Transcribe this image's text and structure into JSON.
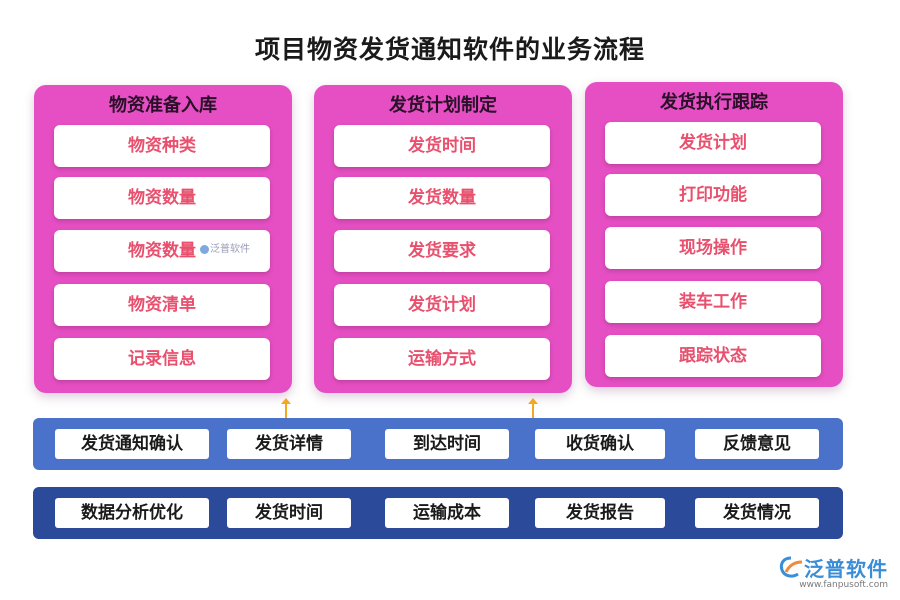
{
  "title": "项目物资发货通知软件的业务流程",
  "columns": [
    {
      "heading": "物资准备入库",
      "items": [
        "物资种类",
        "物资数量",
        "物资数量",
        "物资清单",
        "记录信息"
      ]
    },
    {
      "heading": "发货计划制定",
      "items": [
        "发货时间",
        "发货数量",
        "发货要求",
        "发货计划",
        "运输方式"
      ]
    },
    {
      "heading": "发货执行跟踪",
      "items": [
        "发货计划",
        "打印功能",
        "现场操作",
        "装车工作",
        "跟踪状态"
      ]
    }
  ],
  "watermark_small": "泛普软件",
  "band_top": [
    "发货通知确认",
    "发货详情",
    "到达时间",
    "收货确认",
    "反馈意见"
  ],
  "band_bottom": [
    "数据分析优化",
    "发货时间",
    "运输成本",
    "发货报告",
    "发货情况"
  ],
  "brand": {
    "name": "泛普软件",
    "url": "www.fanpusoft.com",
    "icon": "fanpu-logo-icon"
  },
  "colors": {
    "column_bg": "#e54fc3",
    "item_text": "#e8506e",
    "band_light": "#4b72cb",
    "band_dark": "#2b4a9a",
    "arrow": "#f5a623"
  }
}
